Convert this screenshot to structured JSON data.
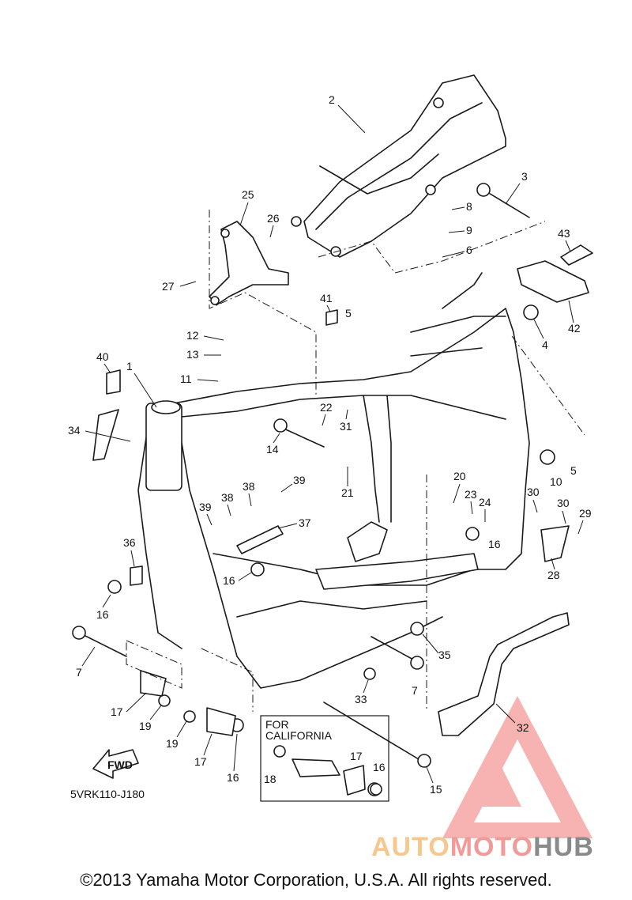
{
  "diagram": {
    "part_code": "5VRK110-J180",
    "fwd_label": "FWD",
    "california_box": {
      "title_line1": "FOR",
      "title_line2": "CALIFORNIA",
      "callouts": [
        "18",
        "17",
        "16"
      ]
    },
    "callouts": [
      "1",
      "2",
      "3",
      "4",
      "5",
      "6",
      "7",
      "8",
      "9",
      "10",
      "11",
      "12",
      "13",
      "14",
      "15",
      "16",
      "17",
      "19",
      "20",
      "21",
      "22",
      "23",
      "24",
      "25",
      "26",
      "27",
      "28",
      "29",
      "30",
      "31",
      "32",
      "33",
      "34",
      "35",
      "36",
      "37",
      "38",
      "39",
      "40",
      "41",
      "42",
      "43"
    ]
  },
  "watermark": {
    "text_part1": "AUTO",
    "text_part2": "MOTO",
    "text_part3": "HUB",
    "colors": {
      "auto": "#f7c88e",
      "moto": "#f39a99",
      "hub": "#8a8a8a",
      "logo": "#f39a99"
    }
  },
  "copyright": "©2013 Yamaha Motor Corporation, U.S.A. All rights reserved."
}
